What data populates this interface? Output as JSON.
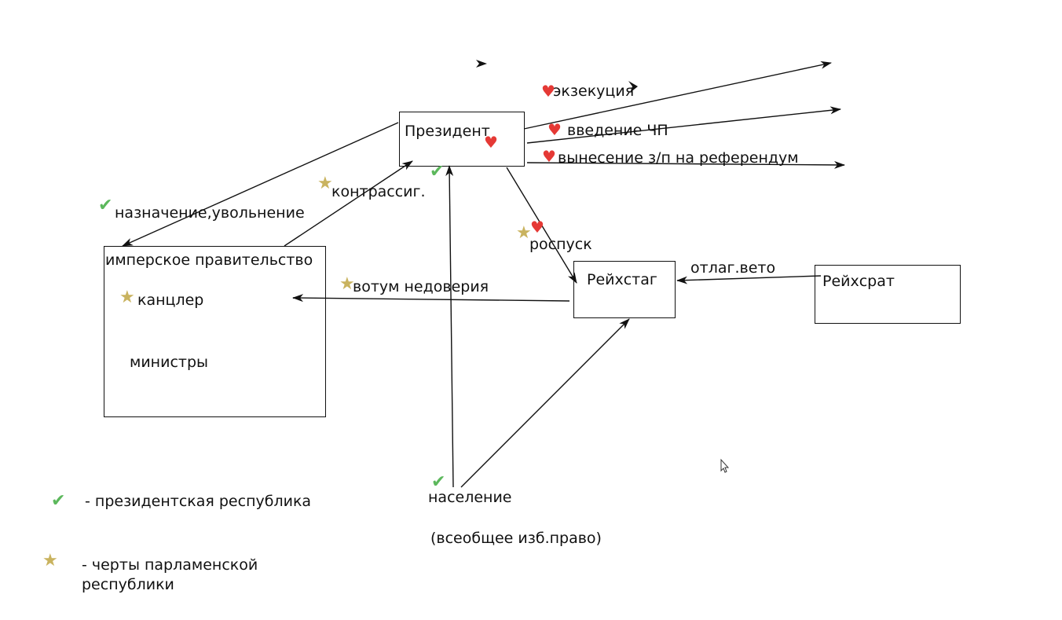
{
  "nodes": {
    "president": "Президент",
    "government": "имперское правительство",
    "chancellor": "канцлер",
    "ministers": "министры",
    "reichstag": "Рейхстаг",
    "reichsrat": "Рейхсрат",
    "population": "население",
    "suffrage": "(всеобщее изб.право)"
  },
  "edges": {
    "execution": "экзекуция",
    "emergency": "введение ЧП",
    "referendum": "вынесение з/п на референдум",
    "appoint": "назначение,увольнение",
    "countersign": "контрассиг.",
    "dissolve": "роспуск",
    "no_confidence": "вотум недоверия",
    "veto": "отлаг.вето"
  },
  "legend": {
    "presidential": "- президентская республика",
    "parliamentary": "- черты парламенской республики"
  },
  "colors": {
    "heart": "#e53935",
    "star": "#c9b35f",
    "check": "#5cb85c"
  },
  "icons": [
    "check-icon",
    "star-icon",
    "heart-icon",
    "cursor-icon"
  ]
}
